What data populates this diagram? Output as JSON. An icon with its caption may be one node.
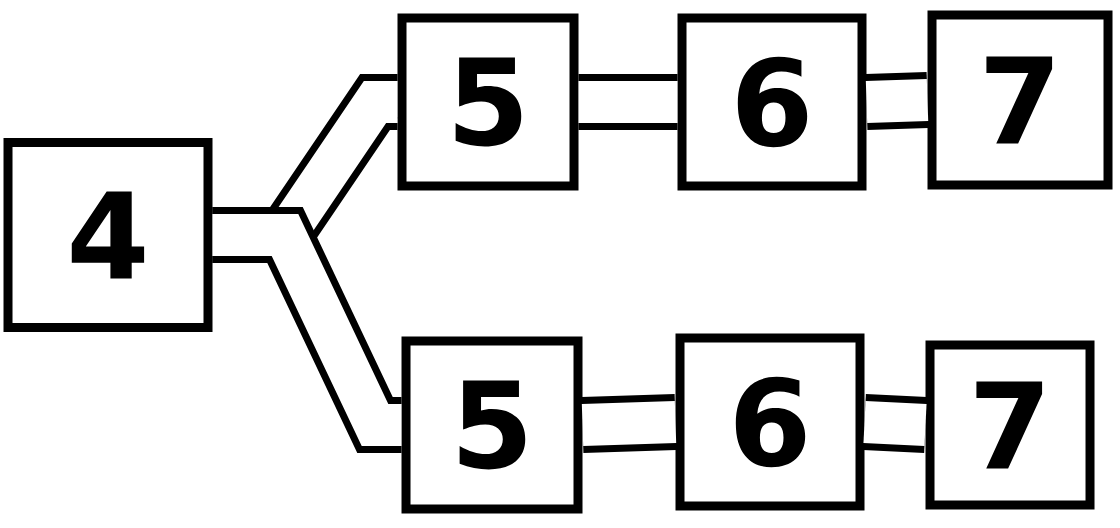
{
  "diagram": {
    "nodes": [
      {
        "text": [
          "4"
        ]
      },
      {
        "text": [
          "5"
        ]
      },
      {
        "text": [
          "6"
        ]
      },
      {
        "text": [
          "7"
        ]
      },
      {
        "text": [
          "5"
        ]
      },
      {
        "text": [
          "6"
        ]
      },
      {
        "text": [
          "7"
        ]
      }
    ],
    "edges": [
      {
        "from": 0,
        "to": 1,
        "arrow": "none"
      },
      {
        "from": 1,
        "to": 2,
        "arrow": "none"
      },
      {
        "from": 2,
        "to": 3,
        "arrow": "none"
      },
      {
        "from": 0,
        "to": 4,
        "arrow": "none"
      },
      {
        "from": 4,
        "to": 5,
        "arrow": "none"
      },
      {
        "from": 5,
        "to": 6,
        "arrow": "none"
      }
    ]
  }
}
